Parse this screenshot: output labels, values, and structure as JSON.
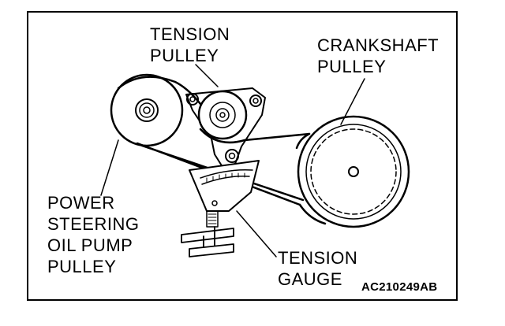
{
  "labels": {
    "tension_pulley": "TENSION\nPULLEY",
    "crankshaft_pulley": "CRANKSHAFT\nPULLEY",
    "power_steering_pulley": "POWER\nSTEERING\nOIL PUMP\nPULLEY",
    "tension_gauge": "TENSION\nGAUGE"
  },
  "figure_code": "AC210249AB"
}
